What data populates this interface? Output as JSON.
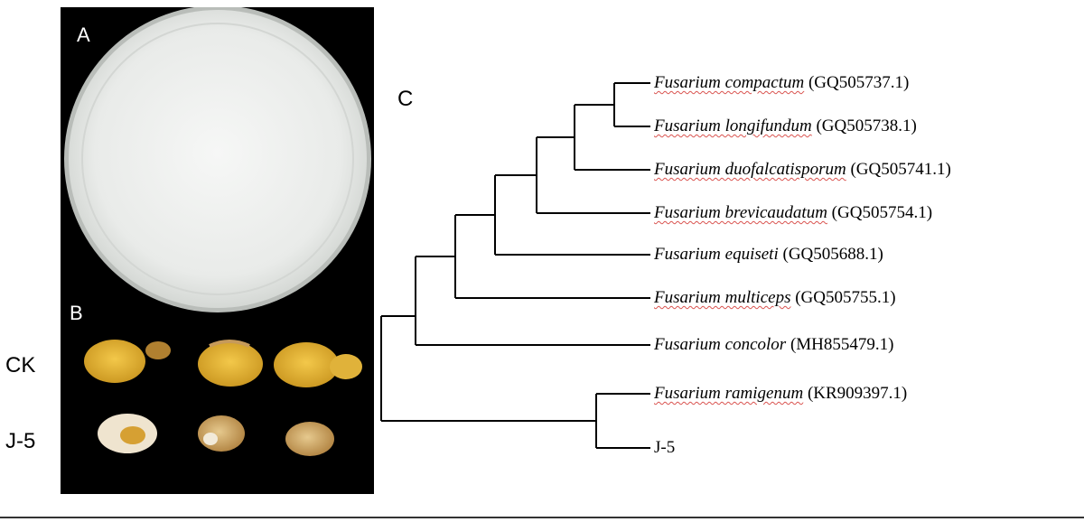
{
  "panels": {
    "a_label": "A",
    "b_label": "B",
    "c_label": "C",
    "ck_label": "CK",
    "j5_label": "J-5"
  },
  "tree": {
    "leaves": [
      {
        "species": "Fusarium compactum",
        "accession": "(GQ505737.1)"
      },
      {
        "species": "Fusarium longifundum",
        "accession": "(GQ505738.1)"
      },
      {
        "species": "Fusarium duofalcatisporum",
        "accession": "(GQ505741.1)"
      },
      {
        "species": "Fusarium brevicaudatum",
        "accession": "(GQ505754.1)"
      },
      {
        "species": "Fusarium equiseti",
        "accession": "(GQ505688.1)"
      },
      {
        "species": "Fusarium multiceps",
        "accession": "(GQ505755.1)"
      },
      {
        "species": "Fusarium concolor",
        "accession": "(MH855479.1)"
      },
      {
        "species": "Fusarium ramigenum",
        "accession": "(KR909397.1)"
      },
      {
        "species": "",
        "accession": "J-5"
      }
    ]
  },
  "colors": {
    "panel_background": "#000000",
    "colony": "#eef0ee",
    "healthy_tuber": "#e8b830",
    "infected_tuber": "#c79a52",
    "spellcheck_underline": "#d9534f"
  }
}
